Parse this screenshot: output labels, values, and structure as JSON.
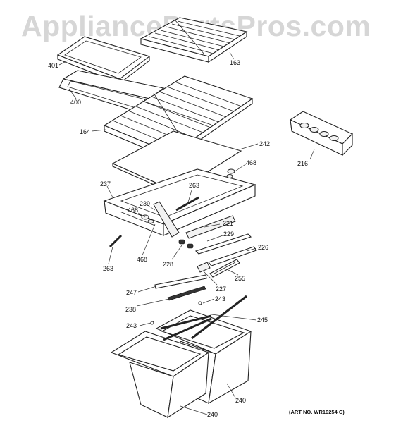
{
  "watermark": "AppliancePartsPros.com",
  "art_number": "(ART NO. WR19254 C)",
  "labels": {
    "p163": "163",
    "p401": "401",
    "p400": "400",
    "p164": "164",
    "p242": "242",
    "p216": "216",
    "p468a": "468",
    "p237": "237",
    "p263a": "263",
    "p239": "239",
    "p468b": "468",
    "p221": "221",
    "p229": "229",
    "p468c": "468",
    "p226": "226",
    "p263b": "263",
    "p228": "228",
    "p255": "255",
    "p227": "227",
    "p247": "247",
    "p243a": "243",
    "p238": "238",
    "p245": "245",
    "p243b": "243",
    "p240a": "240",
    "p240b": "240"
  }
}
